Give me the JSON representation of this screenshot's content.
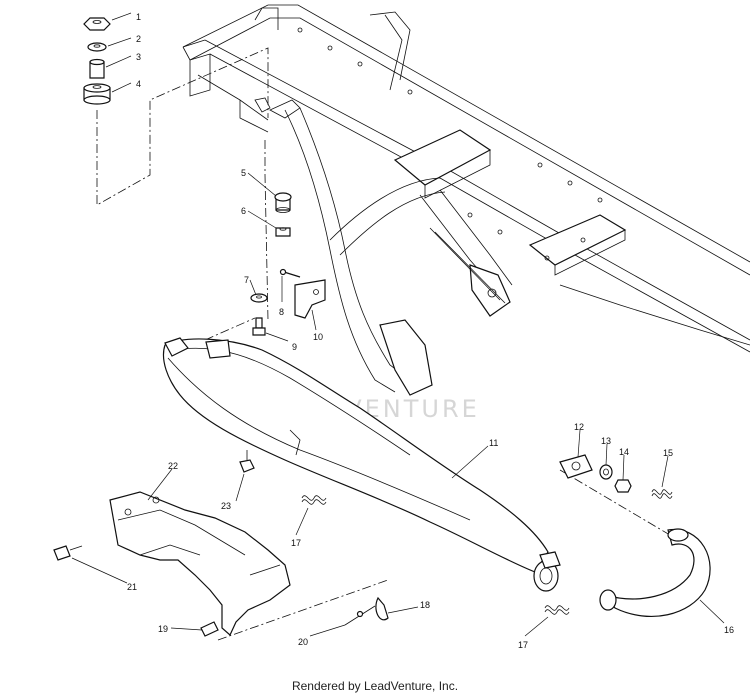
{
  "watermark": "LEADVENTURE",
  "footer": "Rendered by LeadVenture, Inc.",
  "callouts": [
    "1",
    "2",
    "3",
    "4",
    "5",
    "6",
    "7",
    "8",
    "9",
    "10",
    "11",
    "12",
    "13",
    "14",
    "15",
    "16",
    "17",
    "17",
    "18",
    "19",
    "20",
    "21",
    "22",
    "23"
  ]
}
